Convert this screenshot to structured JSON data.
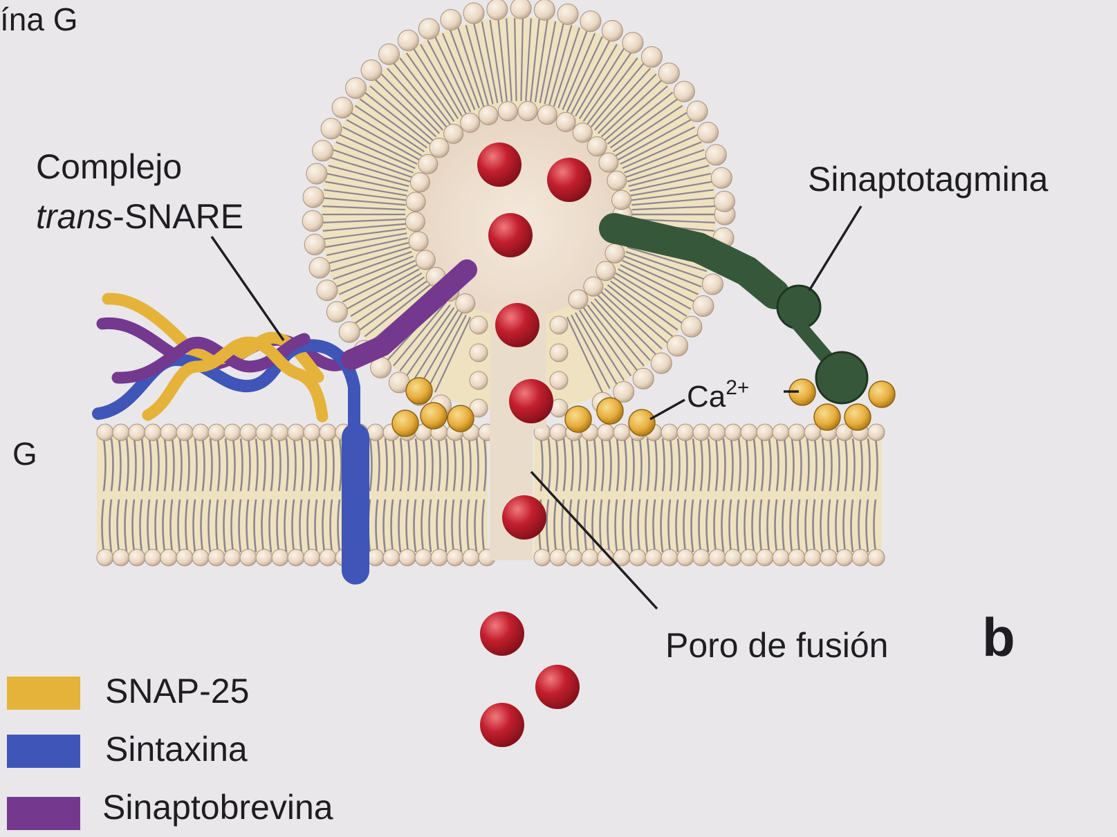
{
  "header": {
    "fragment": "ína G"
  },
  "side_letter": "G",
  "labels": {
    "snare_line1": "Complejo",
    "snare_italic": "trans",
    "snare_rest": "-SNARE",
    "synaptotagmin": "Sinaptotagmina",
    "calcium_base": "Ca",
    "calcium_sup": "2+",
    "fusion_pore": "Poro de fusión",
    "panel": "b"
  },
  "legend": [
    {
      "label": "SNAP-25",
      "color": "#e6b33a"
    },
    {
      "label": "Sintaxina",
      "color": "#3f55b7"
    },
    {
      "label": "Sinaptobrevina",
      "color": "#74398f"
    }
  ],
  "colors": {
    "background": "#e9e7ea",
    "lipid_head": "#e9d6c2",
    "lipid_tail": "#8c8592",
    "lipid_core": "#efe2c0",
    "neurotransmitter": "#c31f2e",
    "calcium": "#e7ad3c",
    "synaptotagmin": "#37573a"
  }
}
